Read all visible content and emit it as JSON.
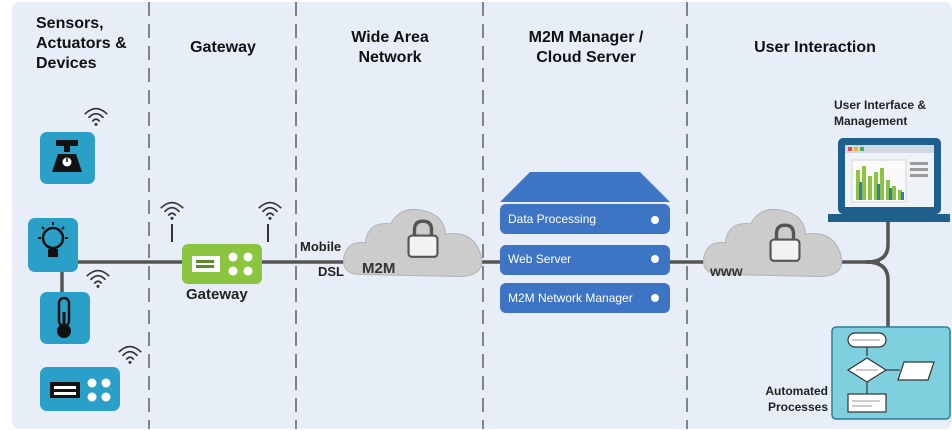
{
  "columns": {
    "devices": {
      "line1": "Sensors,",
      "line2": "Actuators &",
      "line3": "Devices"
    },
    "gateway": {
      "title": "Gateway"
    },
    "wan": {
      "line1": "Wide Area",
      "line2": "Network"
    },
    "cloud": {
      "line1": "M2M Manager /",
      "line2": "Cloud Server"
    },
    "user": {
      "title": "User Interaction"
    }
  },
  "gateway_label": "Gateway",
  "wan_labels": {
    "mobile": "Mobile",
    "dsl": "DSL",
    "m2m": "M2M"
  },
  "server": {
    "items": [
      {
        "label": "Data Processing"
      },
      {
        "label": "Web Server"
      },
      {
        "label": "M2M Network Manager"
      }
    ]
  },
  "www_label": "www",
  "ui_label": {
    "line1": "User Interface &",
    "line2": "Management"
  },
  "auto_label": {
    "line1": "Automated",
    "line2": "Processes"
  },
  "colors": {
    "background": "#e8eef7",
    "device_teal": "#2aa0c9",
    "gateway_green": "#8bc53f",
    "server_blue": "#3d74c4",
    "cloud_gray": "#cfcfcf",
    "divider": "#555555"
  },
  "icons": [
    "wifi-icon",
    "scale-icon",
    "lightbulb-icon",
    "thermometer-icon",
    "device-panel-icon",
    "lock-icon",
    "laptop-icon",
    "flowchart-icon"
  ]
}
